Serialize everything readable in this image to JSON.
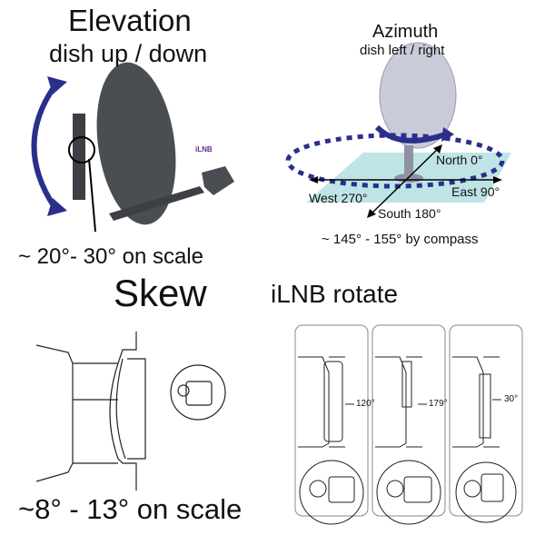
{
  "elevation": {
    "title": "Elevation",
    "subtitle": "dish up / down",
    "lnb_label": "iLNB",
    "scale_note": "~ 20°- 30° on scale"
  },
  "azimuth": {
    "title": "Azimuth",
    "subtitle": "dish left / right",
    "north": "North 0°",
    "east": "East 90°",
    "west": "West 270°",
    "south": "South 180°",
    "compass_note": "~ 145° - 155° by compass"
  },
  "skew": {
    "title": "Skew",
    "scale_note": "~8° - 13° on scale"
  },
  "ilnb_rotate": {
    "title": "iLNB rotate",
    "panels": [
      {
        "reading": "120°"
      },
      {
        "reading": "179°"
      },
      {
        "reading": "30°"
      }
    ]
  },
  "colors": {
    "arrow_blue": "#2a2f8c",
    "plane": "#bfe4e6",
    "dish_dark": "#4a4d52",
    "dish_light": "#c9cbd8"
  }
}
